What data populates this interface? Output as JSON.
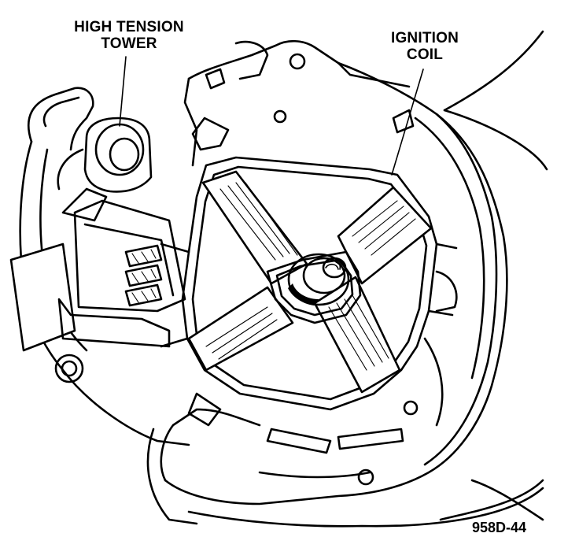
{
  "labels": {
    "high_tension_tower": [
      "HIGH TENSION",
      "TOWER"
    ],
    "ignition_coil": [
      "IGNITION",
      "COIL"
    ]
  },
  "figure_id": "958D-44",
  "colors": {
    "ink": "#000000",
    "paper": "#ffffff"
  }
}
